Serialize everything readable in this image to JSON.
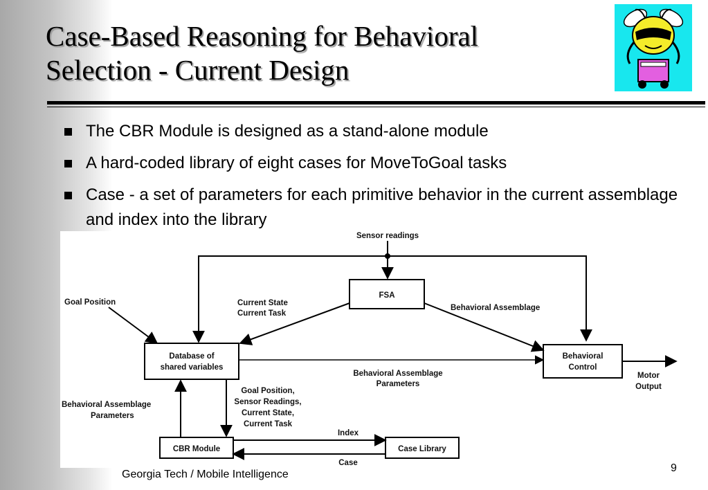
{
  "slide": {
    "title_lines": [
      "Case-Based Reasoning for Behavioral",
      "Selection - Current Design"
    ],
    "bullets": [
      "The CBR Module is designed as a stand-alone module",
      "A hard-coded library of eight cases for MoveToGoal tasks",
      "Case - a set of parameters for each primitive behavior in the current assemblage and index into the library"
    ],
    "footer": "Georgia Tech / Mobile Intelligence",
    "page_number": "9"
  },
  "diagram": {
    "boxes": {
      "fsa": "FSA",
      "database": [
        "Database of",
        "shared variables"
      ],
      "behavioral_control": [
        "Behavioral",
        "Control"
      ],
      "cbr_module": "CBR Module",
      "case_library": "Case Library"
    },
    "labels": {
      "sensor_readings": "Sensor readings",
      "goal_position": "Goal Position",
      "current_state": [
        "Current State",
        "Current Task"
      ],
      "behavioral_assemblage": "Behavioral Assemblage",
      "assemblage_parameters": [
        "Behavioral Assemblage",
        "Parameters"
      ],
      "motor_output": [
        "Motor",
        "Output"
      ],
      "left_parameters": [
        "Behavioral Assemblage",
        "Parameters"
      ],
      "cbr_inputs": [
        "Goal Position,",
        "Sensor Readings,",
        "Current State,",
        "Current Task"
      ],
      "index": "Index",
      "case": "Case"
    }
  },
  "mascot": {
    "name": "bee-mascot-icon",
    "background": "#18e7ee"
  }
}
